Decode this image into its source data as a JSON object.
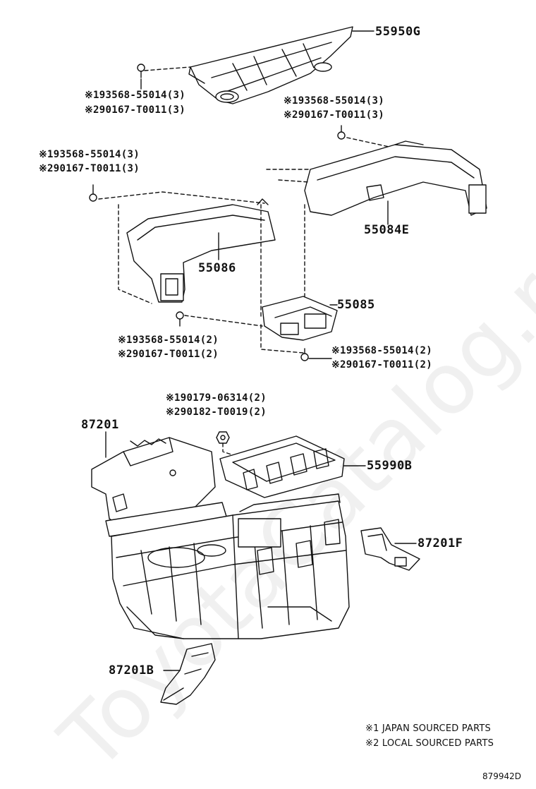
{
  "watermark": "ToyotaCatalog.ru",
  "parts": {
    "p55950G": "55950G",
    "p55084E": "55084E",
    "p55086": "55086",
    "p55085": "55085",
    "p87201": "87201",
    "p55990B": "55990B",
    "p87201F": "87201F",
    "p87201B": "87201B"
  },
  "fasteners": {
    "a1": "※193568-55014(3)",
    "a2": "※290167-T0011(3)",
    "b1": "※193568-55014(3)",
    "b2": "※290167-T0011(3)",
    "c1": "※193568-55014(3)",
    "c2": "※290167-T0011(3)",
    "d1": "※193568-55014(2)",
    "d2": "※290167-T0011(2)",
    "e1": "※193568-55014(2)",
    "e2": "※290167-T0011(2)",
    "f1": "※190179-06314(2)",
    "f2": "※290182-T0019(2)"
  },
  "legend": {
    "line1": "※1 JAPAN SOURCED PARTS",
    "line2": "※2 LOCAL SOURCED PARTS"
  },
  "illustration_code": "879942D"
}
